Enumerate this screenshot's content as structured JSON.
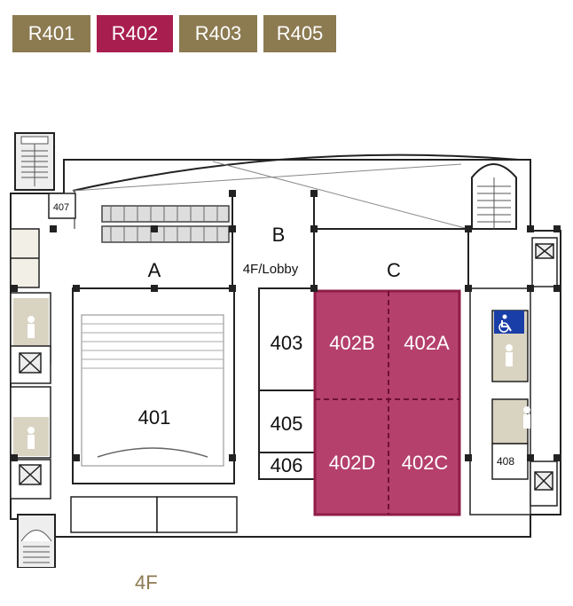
{
  "tabs": [
    {
      "label": "R401",
      "active": false
    },
    {
      "label": "R402",
      "active": true
    },
    {
      "label": "R403",
      "active": false
    },
    {
      "label": "R405",
      "active": false
    }
  ],
  "colors": {
    "tab_default": "#8c7a51",
    "tab_active": "#a81e4f",
    "highlight_fill": "#b5406b",
    "wall": "#111111",
    "restroom": "#d9d3c2",
    "accessible": "#1a3ea8"
  },
  "rooms": {
    "A": "A",
    "B": "B",
    "lobby": "4F/Lobby",
    "C": "C",
    "r401": "401",
    "r403": "403",
    "r405": "405",
    "r406": "406",
    "r407": "407",
    "r408": "408",
    "r402A": "402A",
    "r402B": "402B",
    "r402C": "402C",
    "r402D": "402D"
  },
  "highlighted_room": "402",
  "floor": "4F",
  "icons": [
    "restroom-icon",
    "accessible-restroom-icon",
    "stairs-icon",
    "escalator-icon",
    "elevator-icon"
  ]
}
